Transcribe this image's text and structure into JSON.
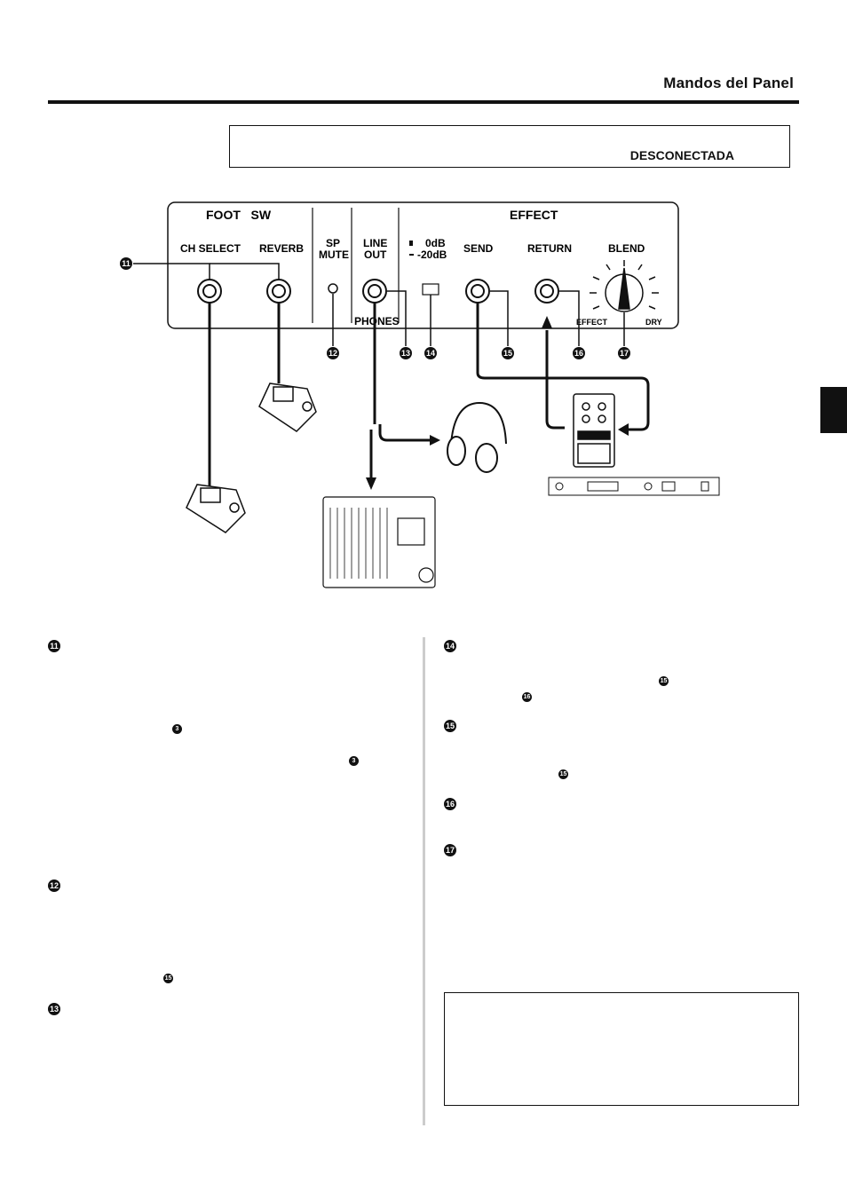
{
  "header": {
    "title": "Mandos del Panel"
  },
  "warning": {
    "text": "DESCONECTADA"
  },
  "panel": {
    "foot_sw_label": "FOOT   SW",
    "effect_label": "EFFECT",
    "ch_select": "CH SELECT",
    "reverb": "REVERB",
    "sp": "SP",
    "mute": "MUTE",
    "line": "LINE",
    "out": "OUT",
    "phones": "PHONES",
    "db0": "0dB",
    "db20": "-20dB",
    "send": "SEND",
    "return": "RETURN",
    "blend": "BLEND",
    "effect_small": "EFFECT",
    "dry": "DRY"
  },
  "callouts": {
    "c11": "11",
    "c12": "12",
    "c13": "13",
    "c14": "14",
    "c15": "15",
    "c16": "16",
    "c17": "17",
    "c3": "3"
  }
}
